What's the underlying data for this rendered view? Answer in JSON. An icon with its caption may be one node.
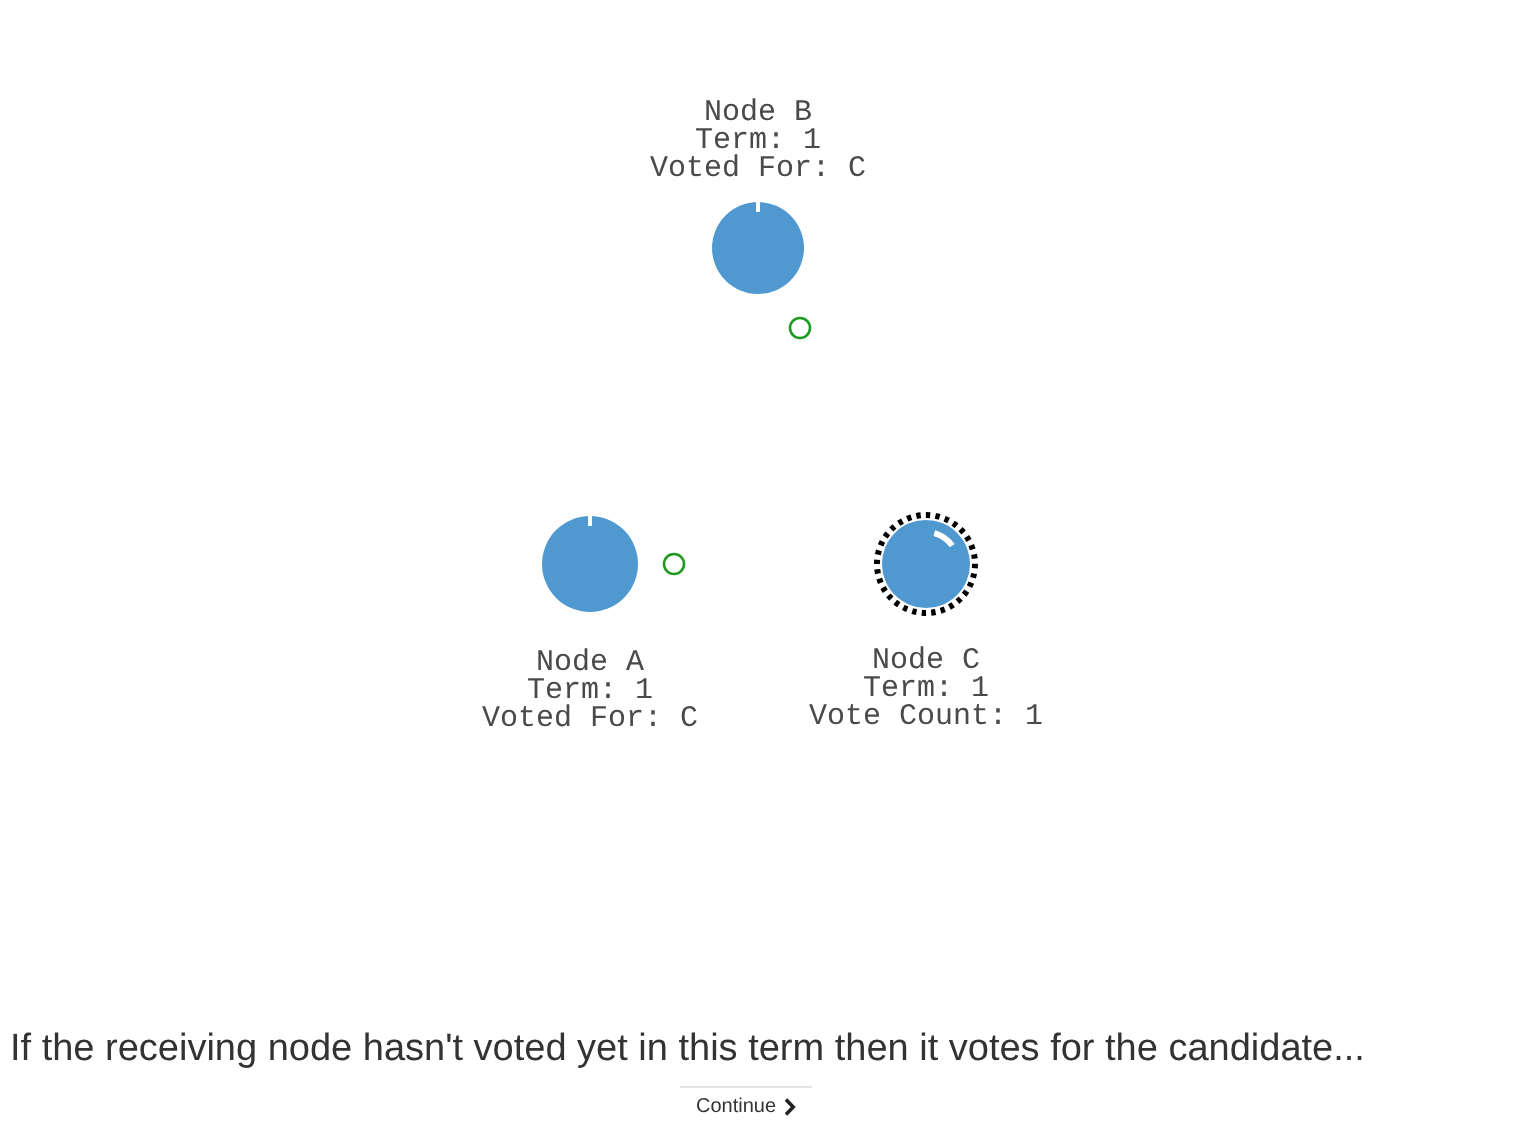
{
  "diagram": {
    "caption": "If the receiving node hasn't voted yet in this term then it votes for the candidate...",
    "nodes": [
      {
        "text": [],
        "shape": "circle",
        "beside": [
          "Node B",
          "Term: 1",
          "Voted For: C"
        ]
      },
      {
        "text": [],
        "shape": "circle",
        "beside": [
          "Node A",
          "Term: 1",
          "Voted For: C"
        ]
      },
      {
        "text": [],
        "shape": "circle",
        "beside": [
          "Node C",
          "Term: 1",
          "Vote Count: 1"
        ]
      }
    ],
    "labels": [
      "Continue"
    ]
  }
}
